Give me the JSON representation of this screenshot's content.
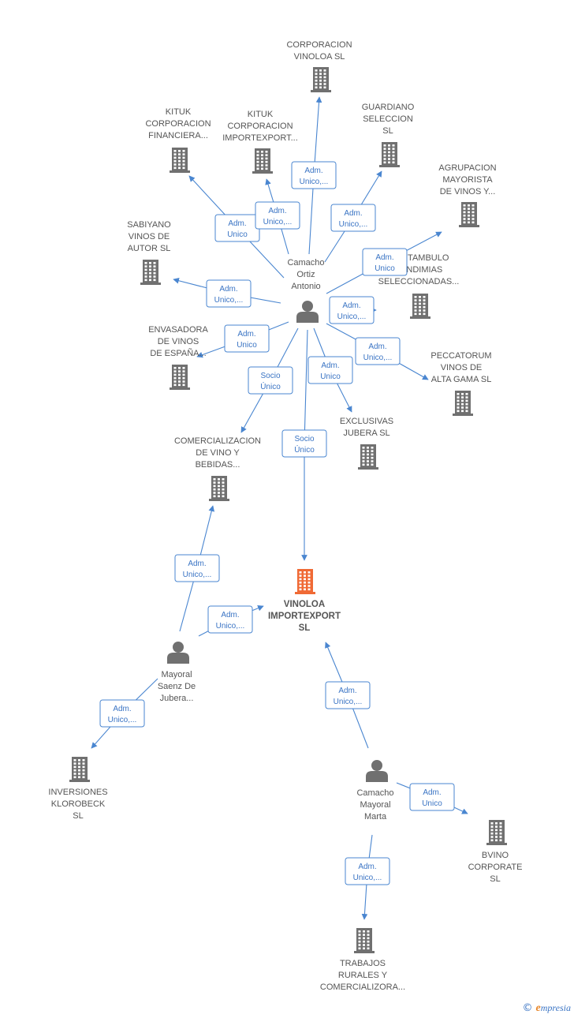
{
  "colors": {
    "edge": "#4a86d0",
    "building": "#707070",
    "focus": "#f06a35",
    "person": "#707070"
  },
  "nodes": [
    {
      "id": "corporacion",
      "kind": "company",
      "lines": [
        "CORPORACION",
        "VINOLOA SL"
      ]
    },
    {
      "id": "kituk-fin",
      "kind": "company",
      "lines": [
        "KITUK",
        "CORPORACION",
        "FINANCIERA..."
      ]
    },
    {
      "id": "kituk-imp",
      "kind": "company",
      "lines": [
        "KITUK",
        "CORPORACION",
        "IMPORTEXPORT..."
      ]
    },
    {
      "id": "guardiano",
      "kind": "company",
      "lines": [
        "GUARDIANO",
        "SELECCION",
        "SL"
      ]
    },
    {
      "id": "agrupacion",
      "kind": "company",
      "lines": [
        "AGRUPACION",
        "MAYORISTA",
        "DE VINOS Y..."
      ]
    },
    {
      "id": "sabiyano",
      "kind": "company",
      "lines": [
        "SABIYANO",
        "VINOS DE",
        "AUTOR  SL"
      ]
    },
    {
      "id": "noctambulo",
      "kind": "company",
      "lines": [
        "NOCTAMBULO",
        "VENDIMIAS",
        "SELECCIONADAS..."
      ]
    },
    {
      "id": "envasadora",
      "kind": "company",
      "lines": [
        "ENVASADORA",
        "DE VINOS",
        "DE ESPAÑA..."
      ]
    },
    {
      "id": "peccatorum",
      "kind": "company",
      "lines": [
        "PECCATORUM",
        "VINOS DE",
        "ALTA GAMA  SL"
      ]
    },
    {
      "id": "exclusivas",
      "kind": "company",
      "lines": [
        "EXCLUSIVAS",
        "JUBERA  SL"
      ]
    },
    {
      "id": "comercializacion",
      "kind": "company",
      "lines": [
        "COMERCIALIZACION",
        "DE VINO Y",
        "BEBIDAS..."
      ]
    },
    {
      "id": "vinoloa",
      "kind": "focus",
      "lines": [
        "VINOLOA",
        "IMPORTEXPORT",
        "SL"
      ]
    },
    {
      "id": "camacho-ortiz",
      "kind": "person",
      "lines": [
        "Camacho",
        "Ortiz",
        "Antonio"
      ]
    },
    {
      "id": "mayoral-saenz",
      "kind": "person",
      "lines": [
        "Mayoral",
        "Saenz De",
        "Jubera..."
      ]
    },
    {
      "id": "camacho-mayoral",
      "kind": "person",
      "lines": [
        "Camacho",
        "Mayoral",
        "Marta"
      ]
    },
    {
      "id": "inversiones",
      "kind": "company",
      "lines": [
        "INVERSIONES",
        "KLOROBECK",
        "SL"
      ]
    },
    {
      "id": "bvino",
      "kind": "company",
      "lines": [
        "BVINO",
        "CORPORATE",
        "SL"
      ]
    },
    {
      "id": "trabajos",
      "kind": "company",
      "lines": [
        "TRABAJOS",
        "RURALES Y",
        "COMERCIALIZORA..."
      ]
    }
  ],
  "edges": [
    {
      "from": "camacho-ortiz",
      "to": "corporacion",
      "label": [
        "Adm.",
        "Unico,..."
      ]
    },
    {
      "from": "camacho-ortiz",
      "to": "kituk-fin",
      "label": [
        "Adm.",
        "Unico"
      ]
    },
    {
      "from": "camacho-ortiz",
      "to": "kituk-imp",
      "label": [
        "Adm.",
        "Unico,..."
      ]
    },
    {
      "from": "camacho-ortiz",
      "to": "guardiano",
      "label": [
        "Adm.",
        "Unico,..."
      ]
    },
    {
      "from": "camacho-ortiz",
      "to": "agrupacion",
      "label": [
        "Adm.",
        "Unico"
      ]
    },
    {
      "from": "camacho-ortiz",
      "to": "sabiyano",
      "label": [
        "Adm.",
        "Unico,..."
      ]
    },
    {
      "from": "camacho-ortiz",
      "to": "noctambulo",
      "label": [
        "Adm.",
        "Unico,..."
      ]
    },
    {
      "from": "camacho-ortiz",
      "to": "envasadora",
      "label": [
        "Adm.",
        "Unico"
      ]
    },
    {
      "from": "camacho-ortiz",
      "to": "peccatorum",
      "label": [
        "Adm.",
        "Unico,..."
      ]
    },
    {
      "from": "camacho-ortiz",
      "to": "exclusivas",
      "label": [
        "Adm.",
        "Unico"
      ]
    },
    {
      "from": "camacho-ortiz",
      "to": "comercializacion",
      "label": [
        "Socio",
        "Único"
      ]
    },
    {
      "from": "camacho-ortiz",
      "to": "vinoloa",
      "label": [
        "Socio",
        "Único"
      ]
    },
    {
      "from": "mayoral-saenz",
      "to": "comercializacion",
      "label": [
        "Adm.",
        "Unico,..."
      ]
    },
    {
      "from": "mayoral-saenz",
      "to": "vinoloa",
      "label": [
        "Adm.",
        "Unico,..."
      ]
    },
    {
      "from": "mayoral-saenz",
      "to": "inversiones",
      "label": [
        "Adm.",
        "Unico,..."
      ]
    },
    {
      "from": "camacho-mayoral",
      "to": "vinoloa",
      "label": [
        "Adm.",
        "Unico,..."
      ]
    },
    {
      "from": "camacho-mayoral",
      "to": "bvino",
      "label": [
        "Adm.",
        "Unico"
      ]
    },
    {
      "from": "camacho-mayoral",
      "to": "trabajos",
      "label": [
        "Adm.",
        "Unico,..."
      ]
    }
  ],
  "footer": {
    "copyright": "©",
    "brand_initial": "e",
    "brand_rest": "mpresia"
  }
}
